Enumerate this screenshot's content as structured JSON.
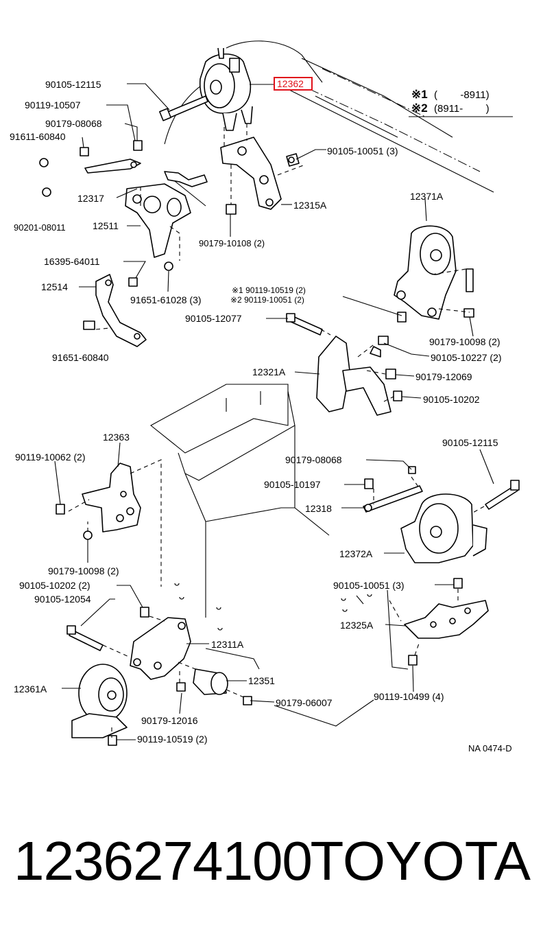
{
  "diagram": {
    "highlight_part": "12362",
    "notes": {
      "note1_symbol": "※1",
      "note1_range": "(        -8911)",
      "note2_symbol": "※2",
      "note2_range": "(8911-        )"
    },
    "labels": {
      "l1": "90105-12115",
      "l2": "90119-10507",
      "l3": "90179-08068",
      "l4": "91611-60840",
      "l5": "12317",
      "l6": "90201-08011",
      "l7": "12511",
      "l8": "16395-64011",
      "l9": "12514",
      "l10": "91651-61028 (3)",
      "l11": "91651-60840",
      "l12": "90105-10051 (3)",
      "l13": "12315A",
      "l14": "90179-10108 (2)",
      "l15": "12371A",
      "l16": "※1 90119-10519 (2)",
      "l17": "※2 90119-10051 (2)",
      "l18": "90105-12077",
      "l19": "90179-10098 (2)",
      "l20": "90105-10227 (2)",
      "l21": "12321A",
      "l22": "90179-12069",
      "l23": "90105-10202",
      "l24": "12363",
      "l25": "90119-10062 (2)",
      "l26": "90179-10098 (2)",
      "l27": "90105-12115",
      "l28": "90179-08068",
      "l29": "90105-10197",
      "l30": "12318",
      "l31": "12372A",
      "l32": "90105-10202 (2)",
      "l33": "90105-12054",
      "l34": "12311A",
      "l35": "12361A",
      "l36": "12351",
      "l37": "90179-12016",
      "l38": "90179-06007",
      "l39": "90119-10519 (2)",
      "l40": "90105-10051 (3)",
      "l41": "12325A",
      "l42": "90119-10499 (4)",
      "l43": "NA 0474-D"
    }
  },
  "footer": {
    "part_number": "1236274100",
    "brand": "TOYOTA"
  }
}
